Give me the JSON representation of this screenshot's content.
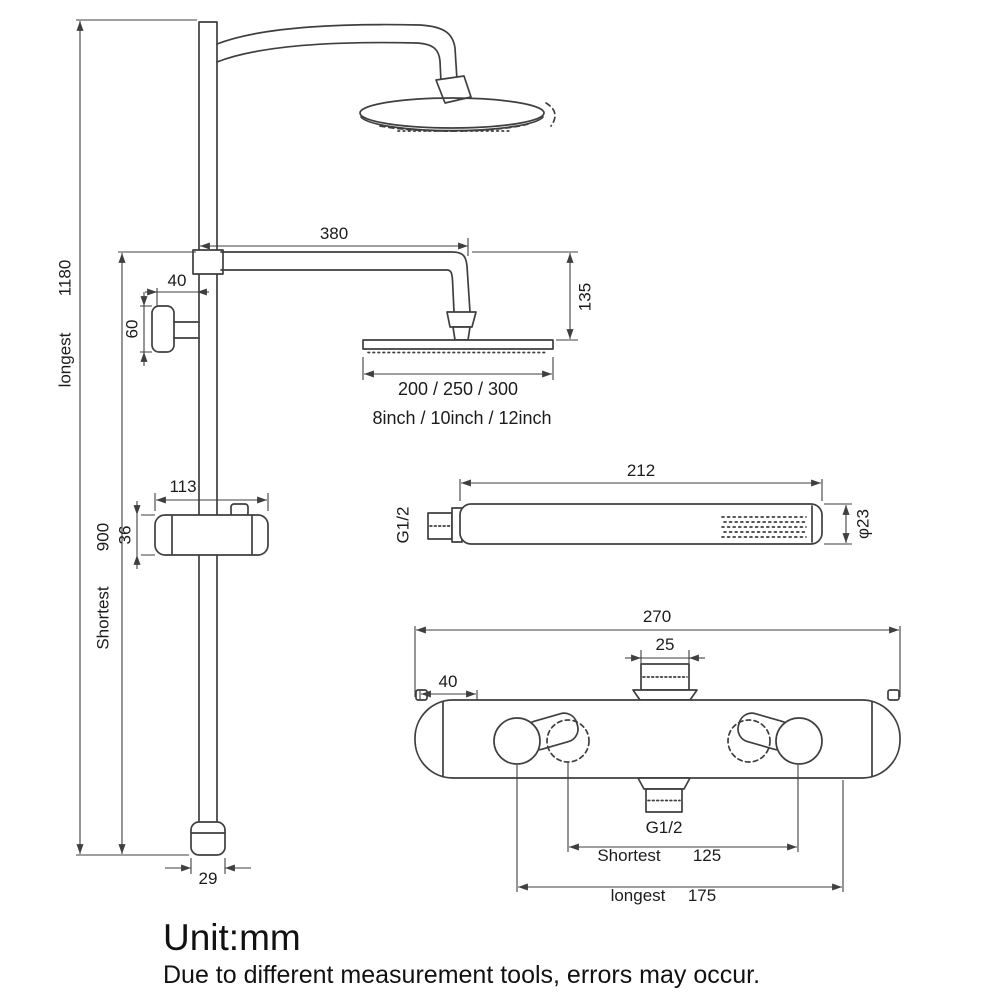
{
  "drawing": {
    "stroke_color": "#3f3f3f",
    "text_color": "#1c1c1c"
  },
  "labels": {
    "overall_longest_value": "1180",
    "overall_longest_label": "longest",
    "overall_shortest_value": "900",
    "overall_shortest_label": "Shortest",
    "arm_length": "380",
    "wall_bracket_offset": "40",
    "wall_bracket_height": "60",
    "head_drop": "135",
    "head_diameter_mm": "200 / 250 / 300",
    "head_diameter_inch": "8inch / 10inch / 12inch",
    "slider_width": "113",
    "slider_height": "36",
    "bottom_cap_diameter": "29",
    "handheld_length": "212",
    "handheld_thread": "G1/2",
    "handheld_diameter": "φ23",
    "valve_width": "270",
    "valve_top_inlet": "25",
    "valve_offset": "40",
    "valve_bottom_thread": "G1/2",
    "valve_shortest_label": "Shortest",
    "valve_shortest_value": "125",
    "valve_longest_label": "longest",
    "valve_longest_value": "175"
  },
  "footer": {
    "unit": "Unit:mm",
    "note": "Due to different measurement tools, errors may occur."
  }
}
